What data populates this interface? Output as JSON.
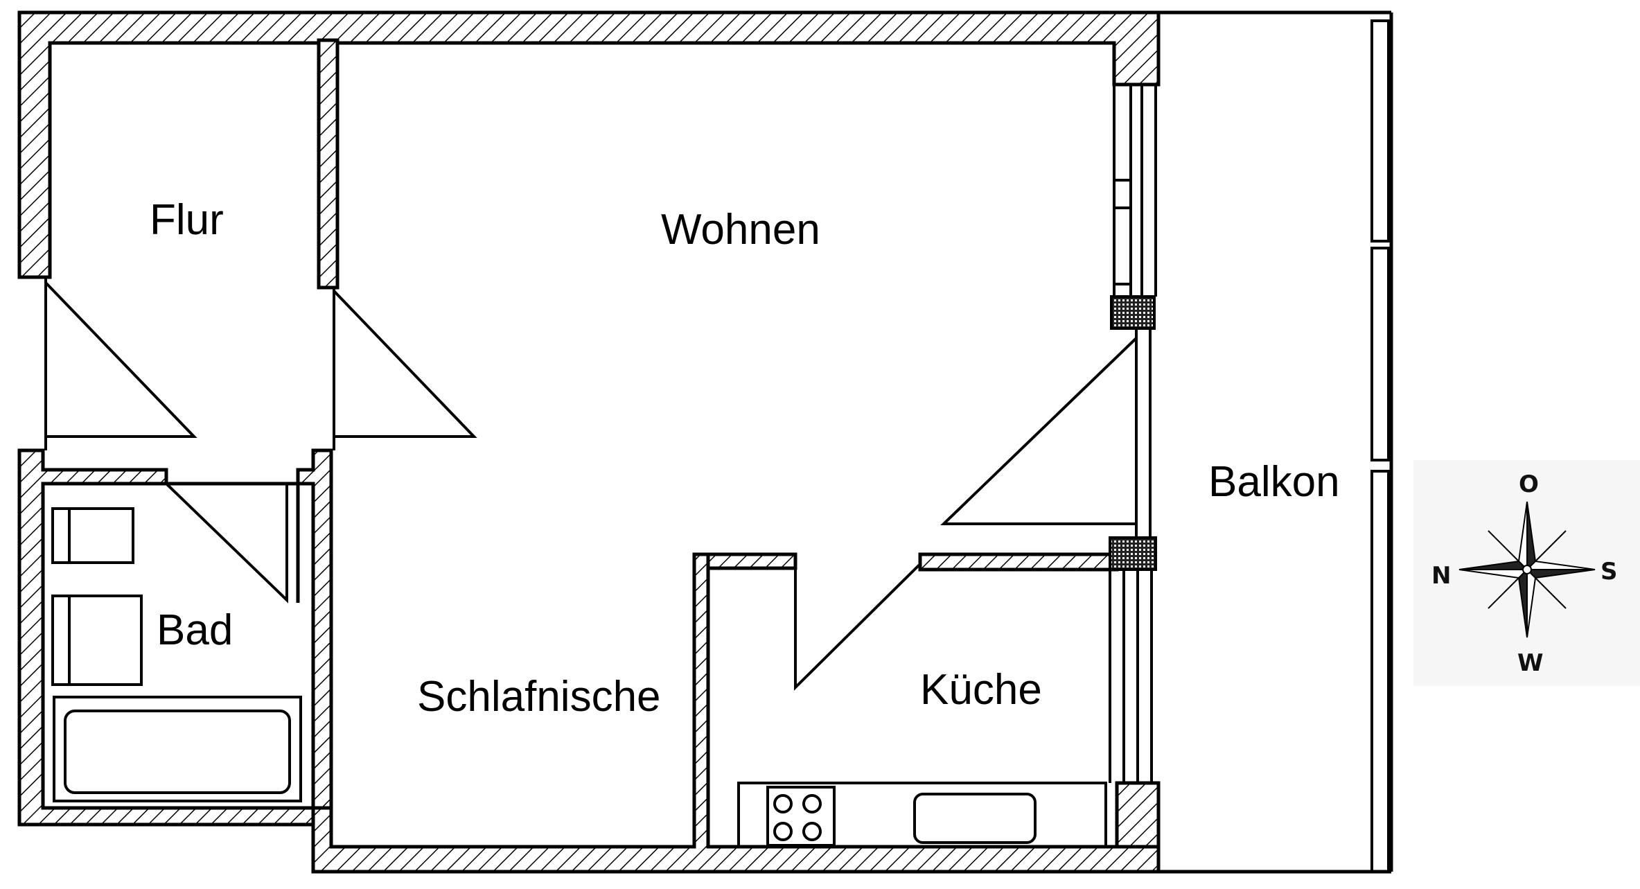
{
  "rooms": {
    "flur": "Flur",
    "wohnen": "Wohnen",
    "bad": "Bad",
    "schlafnische": "Schlafnische",
    "kueche": "Küche",
    "balkon": "Balkon"
  },
  "compass": {
    "north": "N",
    "east": "O",
    "south": "S",
    "west": "W"
  }
}
